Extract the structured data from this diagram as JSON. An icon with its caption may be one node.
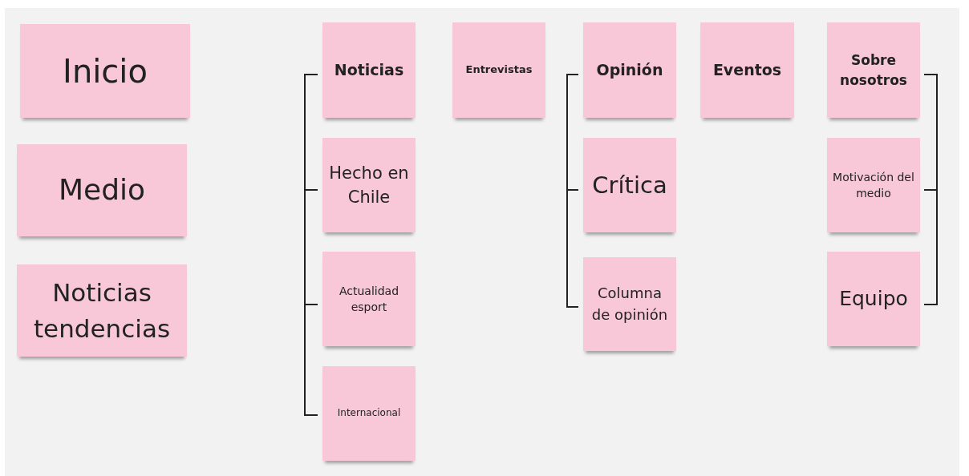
{
  "diagram": {
    "nodes": [
      {
        "text": [
          "Inicio"
        ]
      },
      {
        "text": [
          "Medio"
        ]
      },
      {
        "text": [
          "Noticias tendencias"
        ]
      },
      {
        "text": [
          "Noticias"
        ]
      },
      {
        "text": [
          "Entrevistas"
        ]
      },
      {
        "text": [
          "Opinión"
        ]
      },
      {
        "text": [
          "Eventos"
        ]
      },
      {
        "text": [
          "Sobre nosotros"
        ]
      },
      {
        "text": [
          "Hecho en Chile"
        ]
      },
      {
        "text": [
          "Actualidad esport"
        ]
      },
      {
        "text": [
          "Internacional"
        ]
      },
      {
        "text": [
          "Crítica"
        ]
      },
      {
        "text": [
          "Columna de opinión"
        ]
      },
      {
        "text": [
          "Motivación del medio"
        ]
      },
      {
        "text": [
          "Equipo"
        ]
      }
    ]
  }
}
